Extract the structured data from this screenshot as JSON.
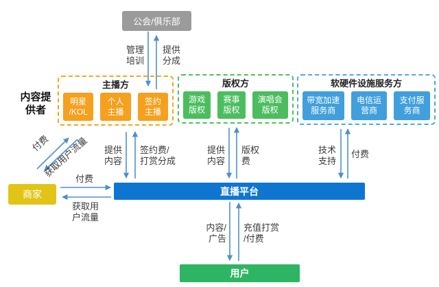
{
  "colors": {
    "guild_gray": "#9b9b9b",
    "anchor_orange": "#f5a01f",
    "copyright_green": "#4cbd5f",
    "service_blue": "#419fdc",
    "platform_blue": "#0e76d1",
    "merchant_gold": "#e2c417",
    "user_green": "#2db563",
    "arrow_blue": "#4e8fcb"
  },
  "nodes": {
    "guild": "公会/俱乐部",
    "merchant": "商家",
    "platform": "直播平台",
    "user": "用户"
  },
  "side_label": "内容提\n供者",
  "groups": [
    {
      "title": "主播方",
      "items": [
        "明星\n/KOL",
        "个人\n主播",
        "签约\n主播"
      ]
    },
    {
      "title": "版权方",
      "items": [
        "游戏\n版权",
        "赛事\n版权",
        "演唱会\n版权"
      ]
    },
    {
      "title": "软硬件设施服务方",
      "items": [
        "带宽加速\n服务商",
        "电信运\n营商",
        "支付服\n务商"
      ]
    }
  ],
  "edge_labels": {
    "manage_training": "管理\n培训",
    "provide_share": "提供\n分成",
    "provide_content_anchor": "提供\n内容",
    "sign_fee_share": "签约费/\n打赏分成",
    "provide_content_copyright": "提供\n内容",
    "copyright_fee": "版权\n费",
    "tech_support": "技术\n支持",
    "service_pay": "付费",
    "merchant_pay": "付费",
    "merchant_get_traffic": "获取用\n户流量",
    "diagonal_pay": "付费",
    "diagonal_get_traffic": "获取用户流量",
    "content_ad": "内容/\n广告",
    "recharge_tip_pay": "充值打赏\n/付费"
  }
}
